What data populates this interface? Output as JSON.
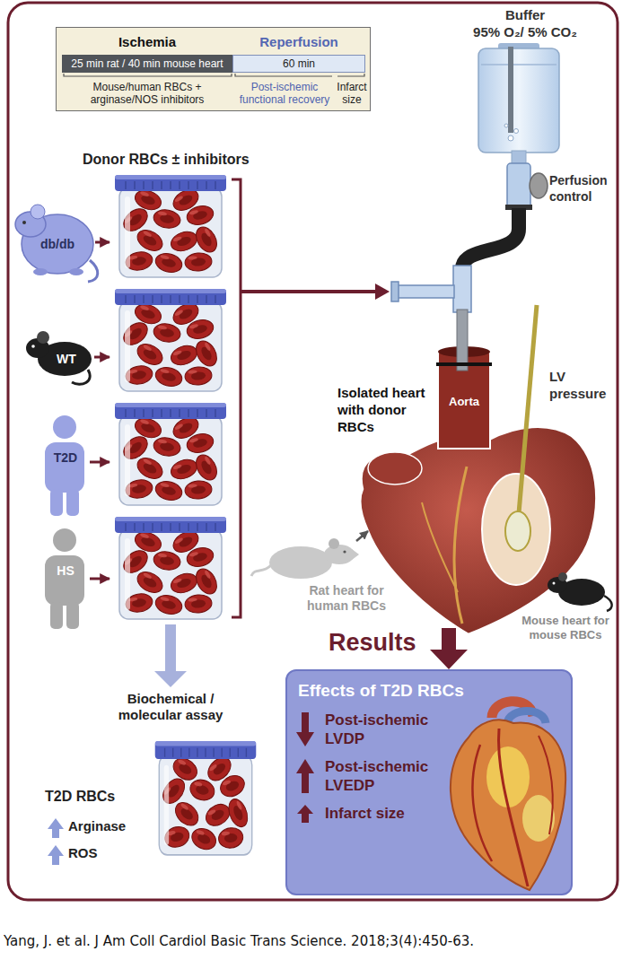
{
  "diagram": {
    "caption": "Yang, J. et al. J Am Coll Cardiol Basic Trans Science. 2018;3(4):450-63.",
    "nodes": [
      {
        "text": [
          "Ischemia",
          "Reperfusion",
          "Mouse/human RBCs + arginase/NOS inhibitors",
          "Post-ischemic functional recovery",
          "Infarct size"
        ]
      },
      {
        "text": [
          "25 min rat / 40 min mouse heart"
        ],
        "in": 0
      },
      {
        "text": [
          "60 min"
        ],
        "in": 0
      },
      {
        "text": [
          "db/db"
        ]
      },
      {
        "text": [
          "WT"
        ]
      },
      {
        "text": [
          "T2D"
        ]
      },
      {
        "text": [
          "HS"
        ]
      },
      {
        "text": [
          "Isolated heart with donor RBCs",
          "Aorta"
        ]
      },
      {
        "text": [
          "Effects of T2D RBCs",
          "Post-ischemic LVDP",
          "Post-ischemic LVEDP",
          "Infarct size"
        ]
      }
    ],
    "edges": [
      {
        "from": 7,
        "to": 8,
        "arrow": "to"
      }
    ],
    "labels": [
      "Buffer",
      "95% O₂/ 5% CO₂",
      "Perfusion control",
      "Donor RBCs ± inhibitors",
      "LV pressure",
      "Rat heart for human RBCs",
      "Mouse heart for mouse RBCs",
      "Results",
      "Biochemical / molecular assay",
      "T2D RBCs",
      "Arginase",
      "ROS"
    ]
  }
}
